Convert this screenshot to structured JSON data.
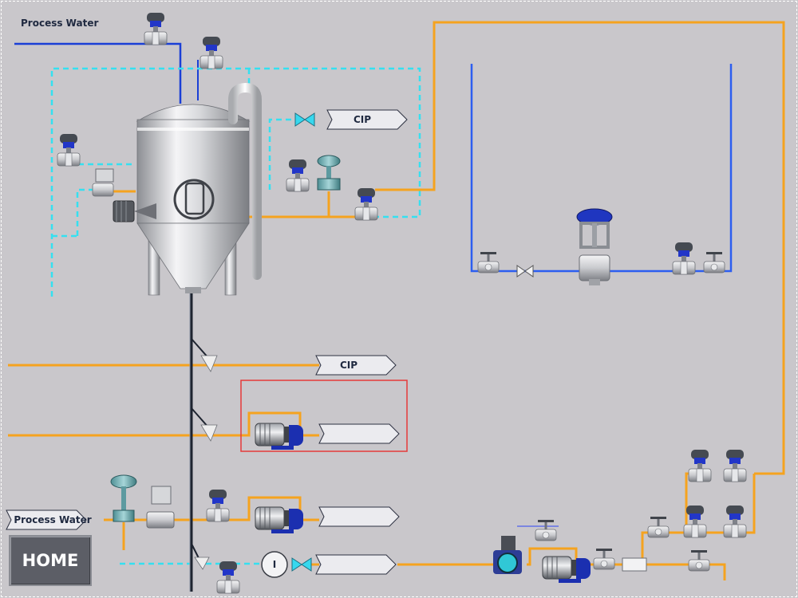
{
  "screen": {
    "top_label": "Process Water",
    "inlet_tag": "Process Water",
    "cip_tag_upper": "CIP",
    "cip_tag_lower": "CIP",
    "pump_tag_1": "",
    "pump_tag_2": "",
    "pump_tag_3": "",
    "flowmeter_symbol": "I",
    "home_button": "HOME"
  },
  "colors": {
    "background": "#c9c7cb",
    "product_line": "#f5a31f",
    "water_line": "#1a3fd6",
    "cip_line": "#35e0f0",
    "drain_line": "#1e2430",
    "selection_box": "#e53a3a",
    "motor_accent": "#1b2fb0"
  },
  "icons": [
    "actuated-valve-icon",
    "manual-valve-icon",
    "control-valve-icon",
    "butterfly-valve-icon",
    "pump-icon",
    "fermentation-tank-icon",
    "agitator-motor-icon",
    "flowmeter-icon",
    "tag-arrow-icon"
  ]
}
